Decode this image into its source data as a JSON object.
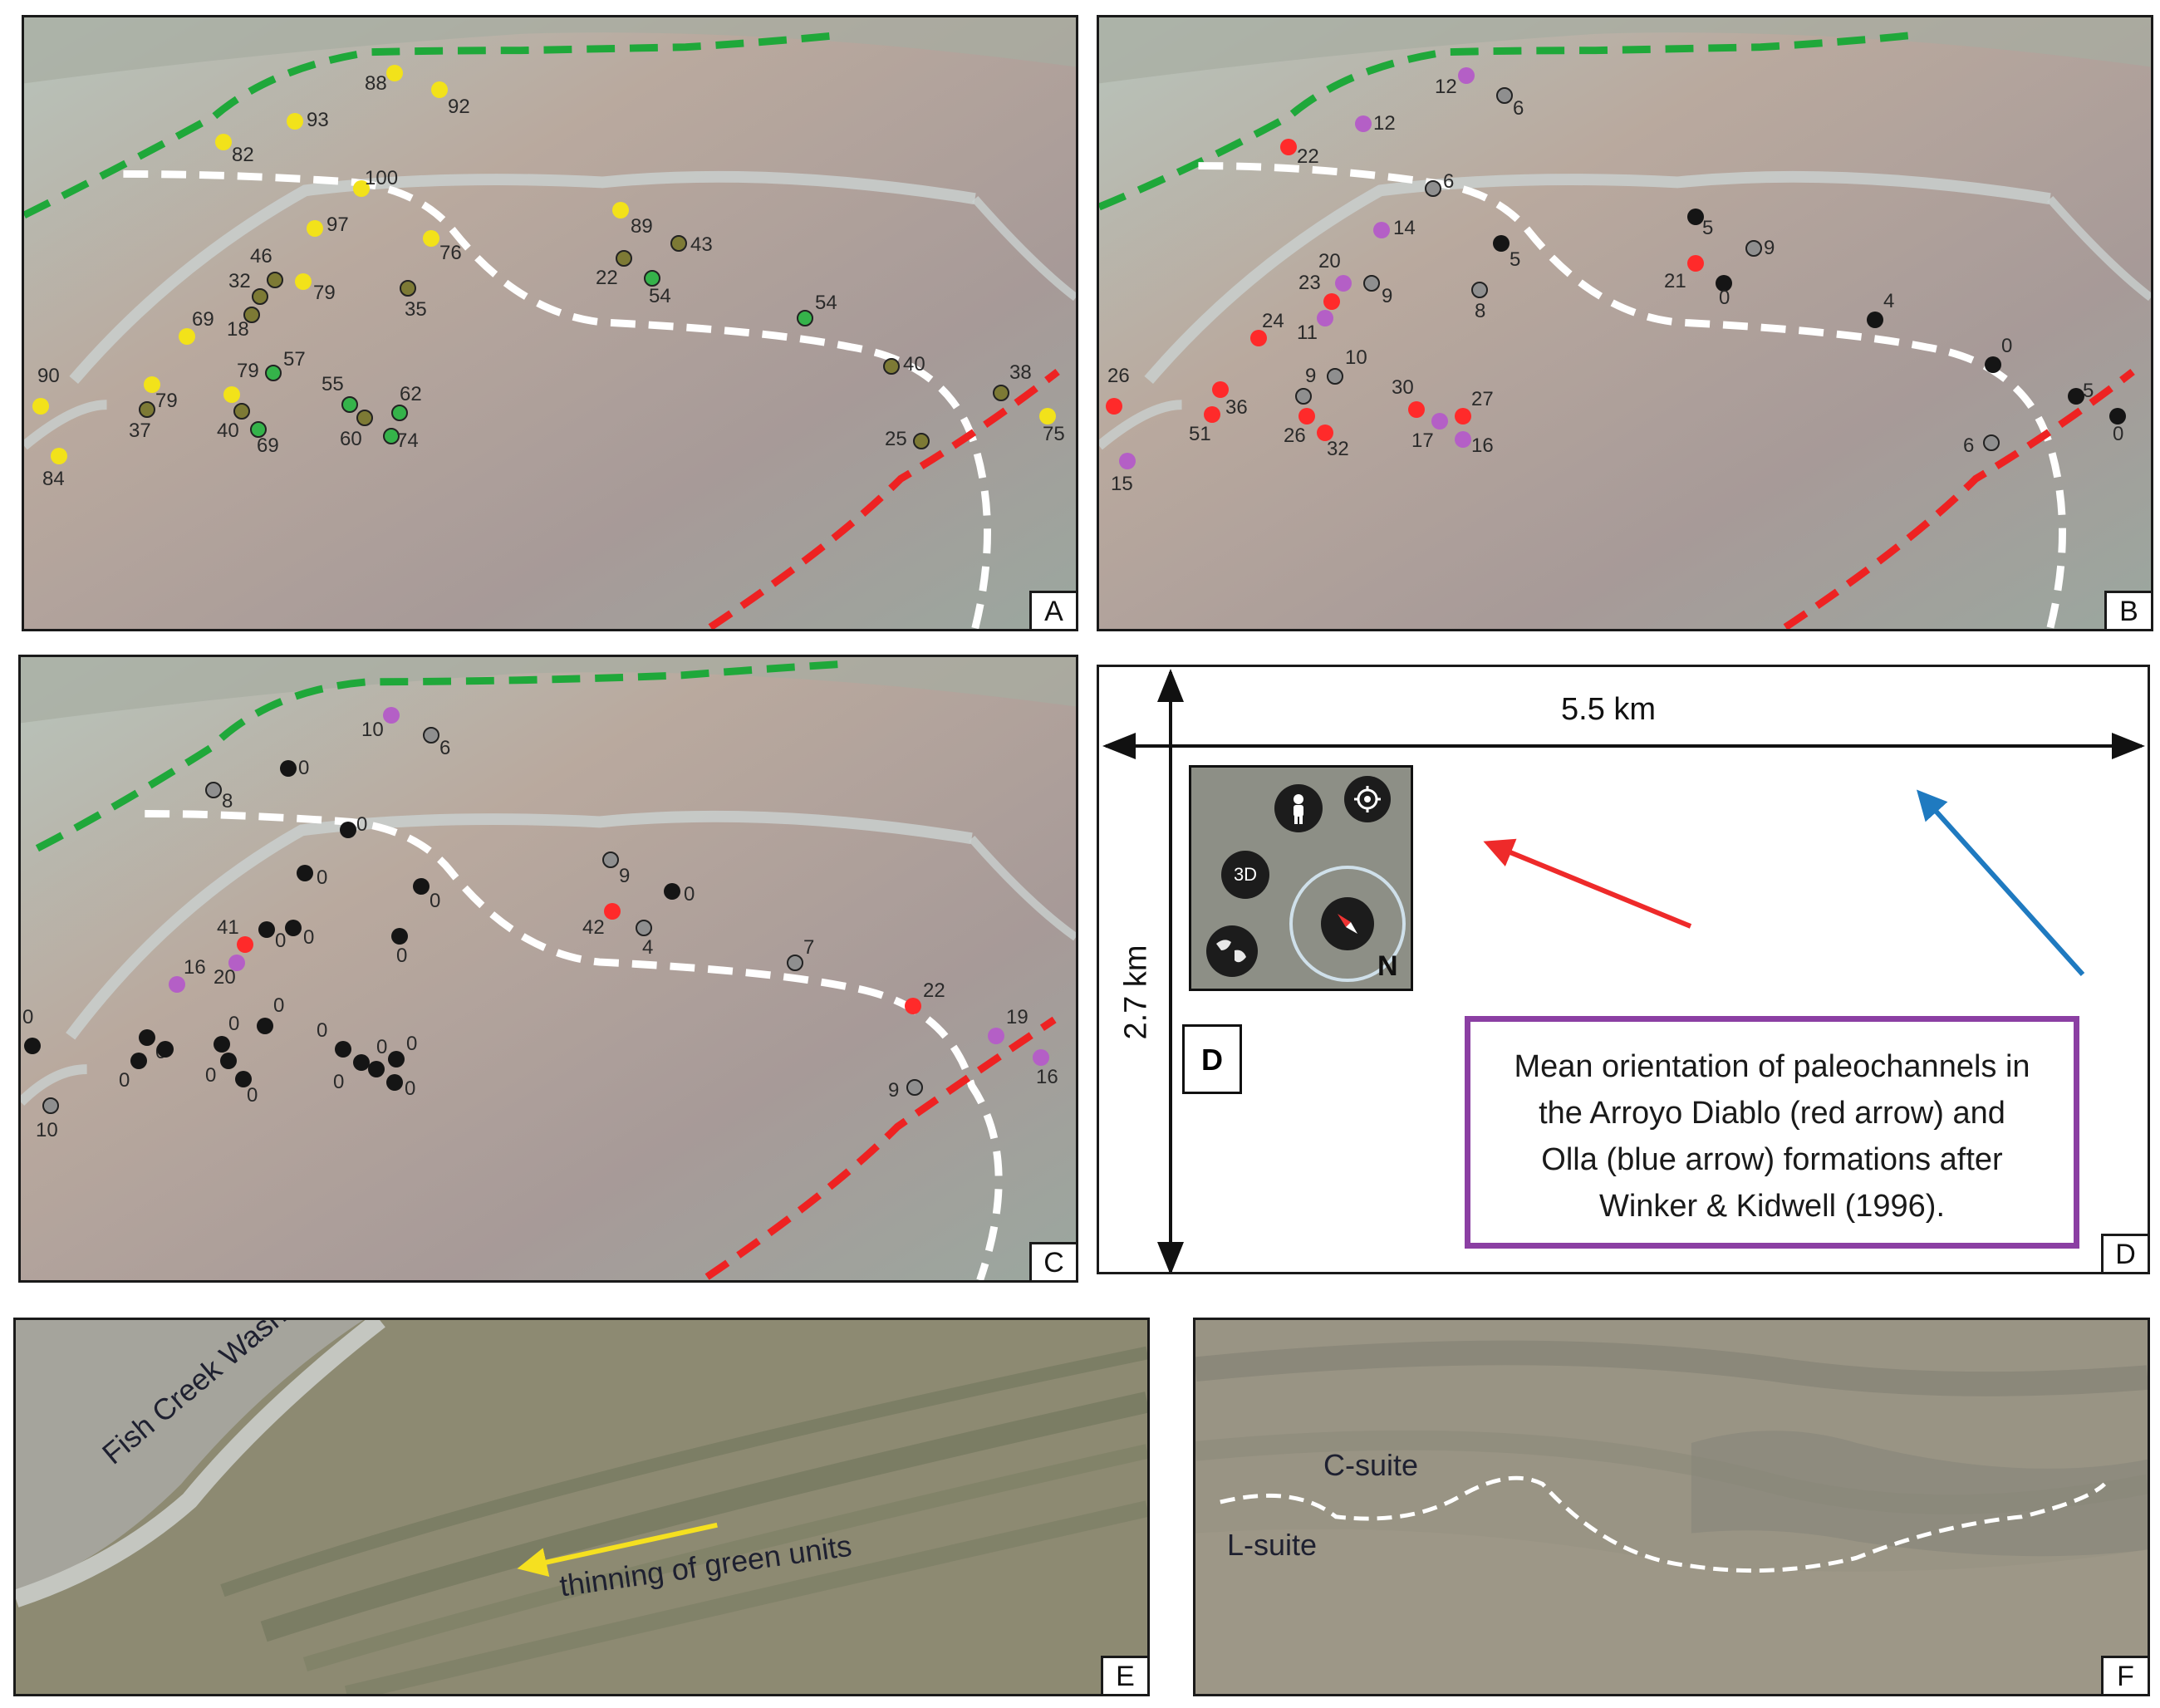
{
  "panels": {
    "A": {
      "letter": "A",
      "points": [
        {
          "v": "88",
          "c": "yellow"
        },
        {
          "v": "92",
          "c": "yellow"
        },
        {
          "v": "93",
          "c": "yellow"
        },
        {
          "v": "82",
          "c": "yellow"
        },
        {
          "v": "100",
          "c": "yellow"
        },
        {
          "v": "97",
          "c": "yellow"
        },
        {
          "v": "76",
          "c": "yellow"
        },
        {
          "v": "89",
          "c": "yellow"
        },
        {
          "v": "43",
          "c": "olive"
        },
        {
          "v": "22",
          "c": "olive"
        },
        {
          "v": "54",
          "c": "green"
        },
        {
          "v": "46",
          "c": "olive"
        },
        {
          "v": "32",
          "c": "olive"
        },
        {
          "v": "79",
          "c": "yellow"
        },
        {
          "v": "35",
          "c": "olive"
        },
        {
          "v": "18",
          "c": "olive"
        },
        {
          "v": "69",
          "c": "yellow"
        },
        {
          "v": "54",
          "c": "green"
        },
        {
          "v": "57",
          "c": "green"
        },
        {
          "v": "79",
          "c": "yellow"
        },
        {
          "v": "90",
          "c": "yellow"
        },
        {
          "v": "79",
          "c": "yellow"
        },
        {
          "v": "37",
          "c": "olive"
        },
        {
          "v": "40",
          "c": "olive"
        },
        {
          "v": "55",
          "c": "green"
        },
        {
          "v": "62",
          "c": "green"
        },
        {
          "v": "60",
          "c": "olive"
        },
        {
          "v": "74",
          "c": "green"
        },
        {
          "v": "69",
          "c": "green"
        },
        {
          "v": "84",
          "c": "yellow"
        },
        {
          "v": "40",
          "c": "olive"
        },
        {
          "v": "38",
          "c": "olive"
        },
        {
          "v": "25",
          "c": "olive"
        },
        {
          "v": "75",
          "c": "yellow"
        }
      ]
    },
    "B": {
      "letter": "B",
      "points": [
        {
          "v": "12",
          "c": "purple"
        },
        {
          "v": "6",
          "c": "gray"
        },
        {
          "v": "12",
          "c": "purple"
        },
        {
          "v": "22",
          "c": "red"
        },
        {
          "v": "6",
          "c": "gray"
        },
        {
          "v": "14",
          "c": "purple"
        },
        {
          "v": "5",
          "c": "black"
        },
        {
          "v": "5",
          "c": "black"
        },
        {
          "v": "9",
          "c": "gray"
        },
        {
          "v": "21",
          "c": "red"
        },
        {
          "v": "0",
          "c": "black"
        },
        {
          "v": "20",
          "c": "purple"
        },
        {
          "v": "23",
          "c": "red"
        },
        {
          "v": "9",
          "c": "gray"
        },
        {
          "v": "8",
          "c": "gray"
        },
        {
          "v": "11",
          "c": "purple"
        },
        {
          "v": "24",
          "c": "red"
        },
        {
          "v": "4",
          "c": "black"
        },
        {
          "v": "0",
          "c": "black"
        },
        {
          "v": "26",
          "c": "red"
        },
        {
          "v": "9",
          "c": "gray"
        },
        {
          "v": "10",
          "c": "gray"
        },
        {
          "v": "30",
          "c": "red"
        },
        {
          "v": "27",
          "c": "red"
        },
        {
          "v": "36",
          "c": "red"
        },
        {
          "v": "51",
          "c": "red"
        },
        {
          "v": "26",
          "c": "red"
        },
        {
          "v": "32",
          "c": "red"
        },
        {
          "v": "17",
          "c": "purple"
        },
        {
          "v": "16",
          "c": "purple"
        },
        {
          "v": "15",
          "c": "purple"
        },
        {
          "v": "5",
          "c": "black"
        },
        {
          "v": "0",
          "c": "black"
        },
        {
          "v": "6",
          "c": "gray"
        }
      ]
    },
    "C": {
      "letter": "C",
      "points": [
        {
          "v": "10",
          "c": "purple"
        },
        {
          "v": "6",
          "c": "gray"
        },
        {
          "v": "0",
          "c": "black"
        },
        {
          "v": "8",
          "c": "gray"
        },
        {
          "v": "0",
          "c": "black"
        },
        {
          "v": "0",
          "c": "black"
        },
        {
          "v": "0",
          "c": "black"
        },
        {
          "v": "9",
          "c": "gray"
        },
        {
          "v": "0",
          "c": "black"
        },
        {
          "v": "41",
          "c": "red"
        },
        {
          "v": "0",
          "c": "black"
        },
        {
          "v": "0",
          "c": "black"
        },
        {
          "v": "0",
          "c": "black"
        },
        {
          "v": "42",
          "c": "red"
        },
        {
          "v": "4",
          "c": "gray"
        },
        {
          "v": "20",
          "c": "purple"
        },
        {
          "v": "16",
          "c": "purple"
        },
        {
          "v": "7",
          "c": "gray"
        },
        {
          "v": "22",
          "c": "red"
        },
        {
          "v": "0",
          "c": "black"
        },
        {
          "v": "0",
          "c": "black"
        },
        {
          "v": "0",
          "c": "black"
        },
        {
          "v": "0",
          "c": "black"
        },
        {
          "v": "0",
          "c": "black"
        },
        {
          "v": "0",
          "c": "black"
        },
        {
          "v": "0",
          "c": "black"
        },
        {
          "v": "0",
          "c": "black"
        },
        {
          "v": "0",
          "c": "black"
        },
        {
          "v": "0",
          "c": "black"
        },
        {
          "v": "0",
          "c": "black"
        },
        {
          "v": "0",
          "c": "black"
        },
        {
          "v": "19",
          "c": "purple"
        },
        {
          "v": "16",
          "c": "purple"
        },
        {
          "v": "9",
          "c": "gray"
        },
        {
          "v": "10",
          "c": "gray"
        }
      ]
    },
    "D": {
      "letter": "D",
      "width_label": "5.5 km",
      "height_label": "2.7 km",
      "box_letter": "D",
      "callout_lines": [
        "Mean orientation of paleochannels in",
        "the Arroyo Diablo (red arrow) and",
        "Olla (blue arrow) formations after",
        "Winker & Kidwell (1996)."
      ],
      "nav_3d_label": "3D",
      "nav_north_label": "N"
    },
    "E": {
      "letter": "E",
      "wash_label": "Fish Creek Wash",
      "arrow_label": "thinning of green units"
    },
    "F": {
      "letter": "F",
      "upper_label": "C-suite",
      "lower_label": "L-suite"
    }
  },
  "colors": {
    "yellow": "#f2e21a",
    "olive": "#7d7a35",
    "green": "#35b34a",
    "red": "#ff2a2a",
    "purple": "#b45fc6",
    "black": "#151515",
    "gray": "#8f8f8f",
    "boundary_green": "#1fa83a",
    "boundary_red": "#ee2222",
    "trace_white": "#ffffff",
    "arrow_red": "#ee2a2a",
    "arrow_blue": "#1f7ac0",
    "arrow_yellow": "#f5e020",
    "callout_border": "#8b3fa3"
  }
}
